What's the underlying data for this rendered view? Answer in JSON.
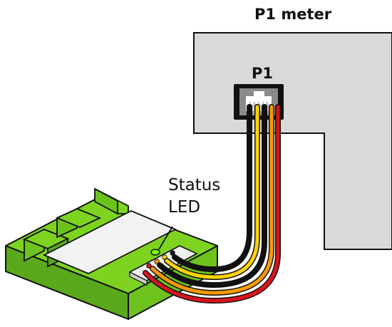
{
  "meter": {
    "title": "P1 meter",
    "port_label": "P1"
  },
  "device": {
    "status_label_line1": "Status",
    "status_label_line2": "LED"
  },
  "colors": {
    "meter_panel": "#d9d9d9",
    "device_green": "#7ed321",
    "device_green_dark": "#5aa81b",
    "led_green": "#7cfc00",
    "wire_black": "#111111",
    "wire_yellow": "#ffd400",
    "wire_orange": "#f59a00",
    "wire_red": "#d9141b"
  },
  "icons": {
    "port": "rj-connector-icon",
    "led": "status-led-icon"
  }
}
